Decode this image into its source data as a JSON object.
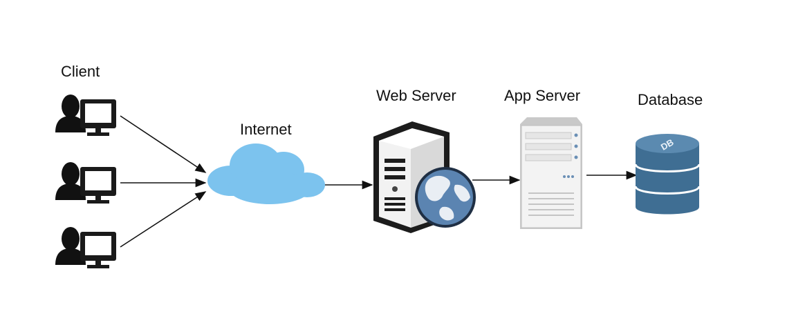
{
  "labels": {
    "client": "Client",
    "internet": "Internet",
    "web_server": "Web Server",
    "app_server": "App Server",
    "database": "Database",
    "db_icon_text": "DB"
  },
  "colors": {
    "person": "#111111",
    "monitor_frame": "#1a1a1a",
    "monitor_screen": "#ffffff",
    "cloud": "#7cc3ee",
    "arrow": "#111111",
    "server_body": "#f2f2f2",
    "db_body": "#3f6e93",
    "db_top": "#5b8ab0",
    "globe_ocean": "#5b84b1",
    "globe_land": "#e9eef4"
  },
  "diagram": {
    "clients": [
      {
        "id": "client-1",
        "icon": "user-computer-icon"
      },
      {
        "id": "client-2",
        "icon": "user-computer-icon"
      },
      {
        "id": "client-3",
        "icon": "user-computer-icon"
      }
    ],
    "edges": [
      {
        "from": "client-1",
        "to": "internet"
      },
      {
        "from": "client-2",
        "to": "internet"
      },
      {
        "from": "client-3",
        "to": "internet"
      },
      {
        "from": "internet",
        "to": "web-server"
      },
      {
        "from": "web-server",
        "to": "app-server"
      },
      {
        "from": "app-server",
        "to": "database"
      }
    ],
    "icons": {
      "internet": "cloud-icon",
      "web_server": "web-server-globe-icon",
      "app_server": "server-tower-icon",
      "database": "database-cylinder-icon"
    }
  }
}
